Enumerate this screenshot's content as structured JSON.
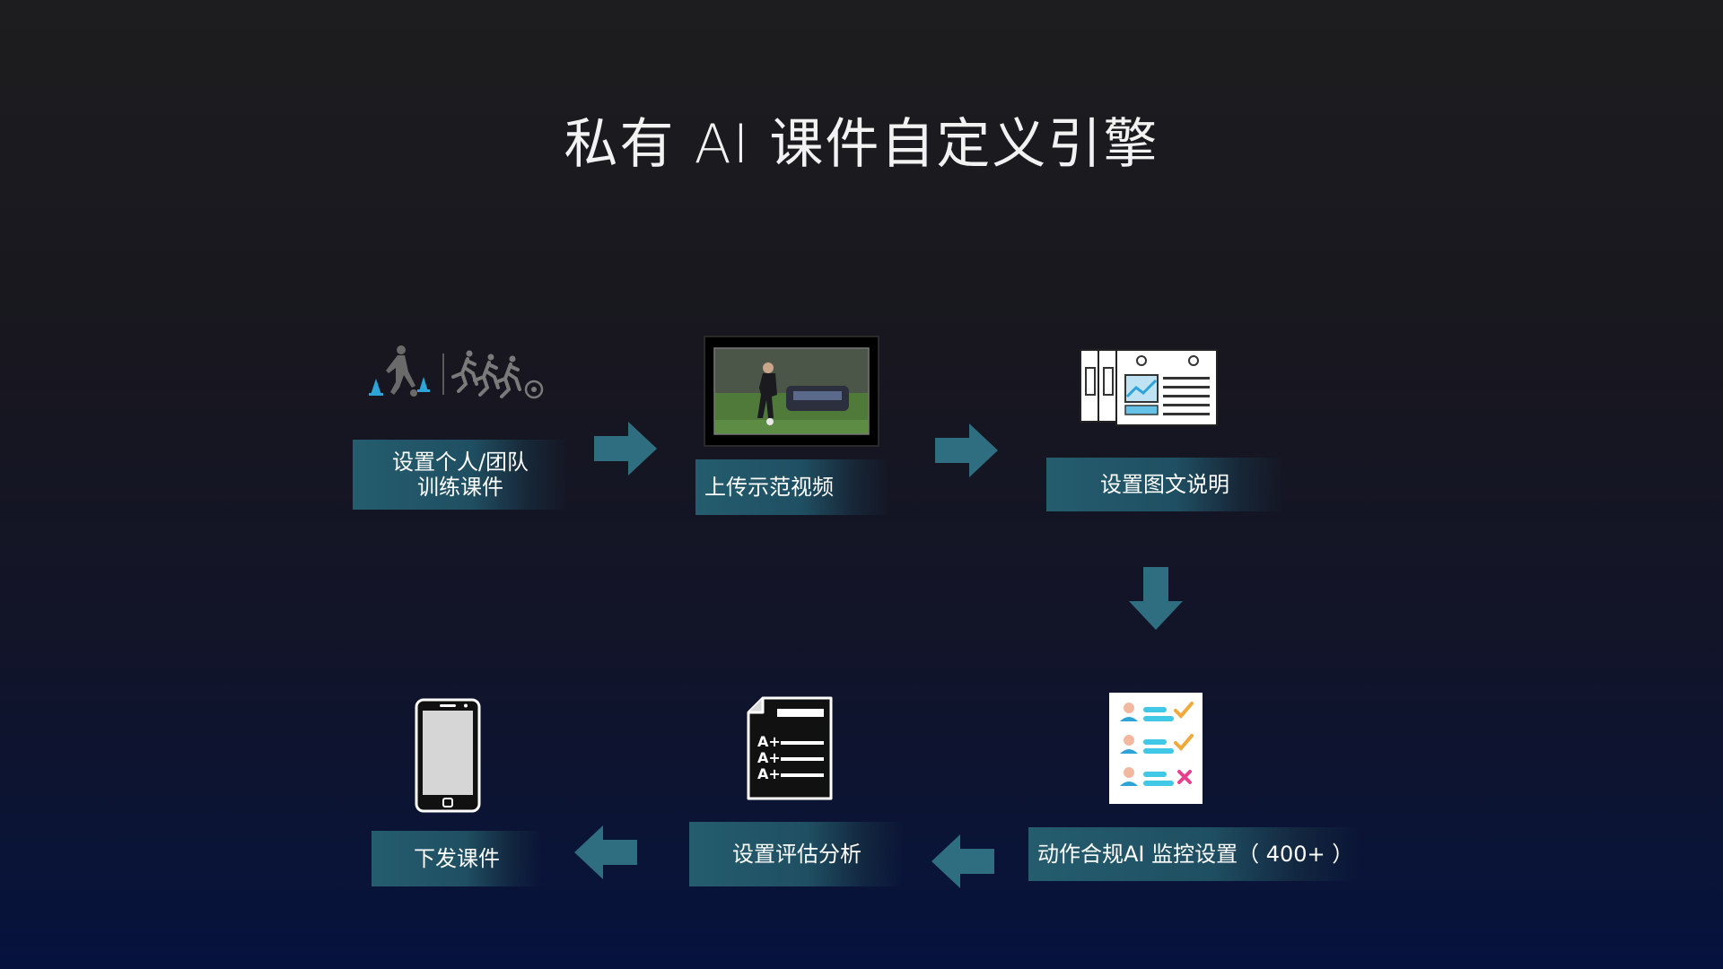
{
  "title": "私有 AI 课件自定义引擎",
  "steps": [
    {
      "id": "step1",
      "label": "设置个人/团队\n训练课件",
      "icon": "athlete-training-icon"
    },
    {
      "id": "step2",
      "label": "上传示范视频",
      "icon": "video-thumbnail"
    },
    {
      "id": "step3",
      "label": "设置图文说明",
      "icon": "document-cards-icon"
    },
    {
      "id": "step4",
      "label": "动作合规AI 监控设置（ 400+ ）",
      "icon": "compliance-checklist-icon"
    },
    {
      "id": "step5",
      "label": "设置评估分析",
      "icon": "grade-sheet-icon"
    },
    {
      "id": "step6",
      "label": "下发课件",
      "icon": "smartphone-icon"
    }
  ],
  "icon_text": {
    "grade_marks": [
      "A+",
      "A+",
      "A+"
    ]
  },
  "colors": {
    "label_bg": "#245d6e",
    "arrow": "#2f6e80",
    "accent_blue": "#2ea3d8",
    "accent_cyan": "#41c8e6",
    "check_orange": "#f0a93a",
    "cross_pink": "#e8408c"
  }
}
